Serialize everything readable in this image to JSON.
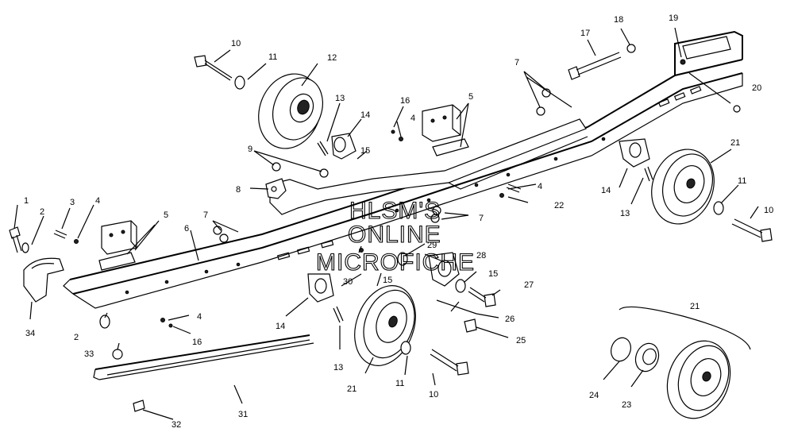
{
  "watermark": {
    "line1": "HLSM'S",
    "line2": "ONLINE",
    "line3": "MICROFICHE"
  },
  "labels": {
    "l1": "1",
    "l2": "2",
    "l3": "3",
    "l4": "4",
    "l5": "5",
    "l6": "6",
    "l7": "7",
    "l8": "8",
    "l9": "9",
    "l10": "10",
    "l11": "11",
    "l12": "12",
    "l13": "13",
    "l14": "14",
    "l15": "15",
    "l16": "16",
    "l17": "17",
    "l18": "18",
    "l19": "19",
    "l20": "20",
    "l21": "21",
    "l22": "22",
    "l23": "23",
    "l24": "24",
    "l25": "25",
    "l26": "26",
    "l27": "27",
    "l28": "28",
    "l29": "29",
    "l30": "30",
    "l31": "31",
    "l32": "32",
    "l33": "33",
    "l34": "34"
  }
}
